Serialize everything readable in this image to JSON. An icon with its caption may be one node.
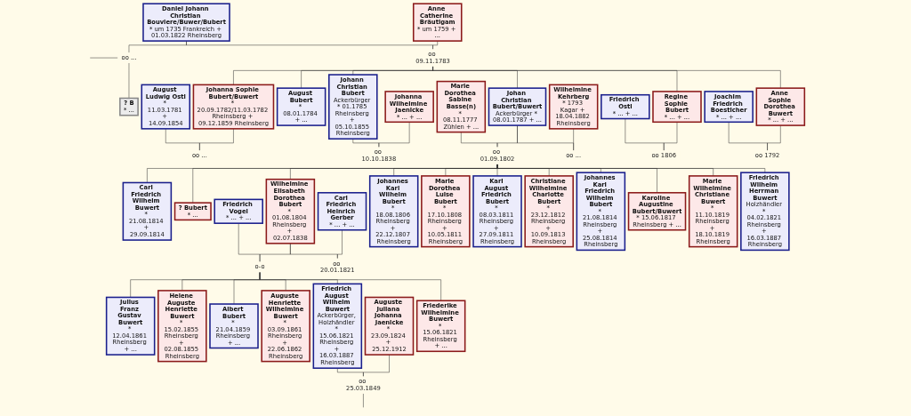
{
  "diagram": {
    "nodes": [
      {
        "text": [
          "Daniel Johann Christian Bouviere/Buwer/Bubert",
          "* um 1735 Frankreich + 01.03.1822 Rheinsberg"
        ]
      },
      {
        "text": [
          "Anne Catherine Bräutigam",
          "* um 1759 + ..."
        ]
      },
      {
        "text": [
          "? B",
          "* ..."
        ]
      },
      {
        "text": [
          "August Ludwig Ostl",
          "* 11.03.1781 + 14.09.1854"
        ]
      },
      {
        "text": [
          "Johanna Sophie Bubert/Buwert",
          "* 20.09.1782/11.03.1782 Rheinsberg + 09.12.1859 Rheinsberg"
        ]
      },
      {
        "text": [
          "August Bubert",
          "* 08.01.1784 + ..."
        ]
      },
      {
        "text": [
          "Johann Christian Bubert",
          "Ackerbürger * 01.1785 Rheinsberg + 05.10.1855 Rheinsberg"
        ]
      },
      {
        "text": [
          "Johanna Wilhelmine Jaenicke",
          "* ... + ..."
        ]
      },
      {
        "text": [
          "Marie Dorothea Sabine Basse(n)",
          "* 08.11.1777 Zühlen + ..."
        ]
      },
      {
        "text": [
          "Johan Christian Bubert/Buwert",
          "Ackerbürger * 08.01.1787 + ..."
        ]
      },
      {
        "text": [
          "Wilhelmine Kehrberg",
          "* 1793 Kagar + 18.04.1882 Rheinsberg"
        ]
      },
      {
        "text": [
          "Friedrich Ostl",
          "* ... + ..."
        ]
      },
      {
        "text": [
          "Regine Sophie Bubert",
          "* ... + ..."
        ]
      },
      {
        "text": [
          "Joachim Friedrich Boesticher",
          "* ... + ..."
        ]
      },
      {
        "text": [
          "Anne Sophie Dorothea Buwert",
          "* ... + ..."
        ]
      },
      {
        "text": [
          "Carl Friedrich Wilhelm Buwert",
          "* 21.08.1814 + 29.09.1814"
        ]
      },
      {
        "text": [
          "? Bubert",
          "* ..."
        ]
      },
      {
        "text": [
          "Friedrich Vogel",
          "* ... + ..."
        ]
      },
      {
        "text": [
          "Wilhelmine Elisabeth Dorothea Bubert",
          "* 01.08.1804 Rheinsberg + 02.07.1838"
        ]
      },
      {
        "text": [
          "Carl Friedrich Heinrich Gerber",
          "* ... + ..."
        ]
      },
      {
        "text": [
          "Johannes Karl Wilhelm Bubert",
          "* 18.08.1806 Rheinsberg + 22.12.1807 Rheinsberg"
        ]
      },
      {
        "text": [
          "Marie Dorothea Luise Bubert",
          "* 17.10.1808 Rheinsberg + 10.05.1811 Rheinsberg"
        ]
      },
      {
        "text": [
          "Karl August Friedrich Bubert",
          "* 08.03.1811 Rheinsberg + 27.09.1811 Rheinsberg"
        ]
      },
      {
        "text": [
          "Christiane Wilhelmine Charlotte Bubert",
          "* 23.12.1812 Rheinsberg + 10.09.1813 Rheinsberg"
        ]
      },
      {
        "text": [
          "Johannes Karl Friedrich Wilhelm Bubert",
          "* 21.08.1814 Rheinsberg + 25.08.1814 Rheinsberg"
        ]
      },
      {
        "text": [
          "Karoline Augustine Bubert/Buwert",
          "* 15.06.1817 Rheinsberg + ..."
        ]
      },
      {
        "text": [
          "Marie Wilhelmine Christiane Buwert",
          "* 11.10.1819 Rheinsberg + 18.10.1819 Rheinsberg"
        ]
      },
      {
        "text": [
          "Friedrich Wilhelm Herrman Buwert",
          "Holzhändler * 04.02.1821 Rheinsberg + 16.03.1887 Rheinsberg"
        ]
      },
      {
        "text": [
          "Julius Franz Gustav Buwert",
          "* 12.04.1861 Rheinsberg + ..."
        ]
      },
      {
        "text": [
          "Helene Auguste Henriette Buwert",
          "* 15.02.1855 Rheinsberg + 02.08.1855 Rheinsberg"
        ]
      },
      {
        "text": [
          "Albert Bubert",
          "* 21.04.1859 Rheinsberg + ..."
        ]
      },
      {
        "text": [
          "Auguste Henriette Wilhelmine Buwert",
          "* 03.09.1861 Rheinsberg + 22.06.1862 Rheinsberg"
        ]
      },
      {
        "text": [
          "Friedrich August Wilhelm Buwert",
          "Ackerbürger, Holzhändler * 15.06.1821 Rheinsberg + 16.03.1887 Rheinsberg"
        ]
      },
      {
        "text": [
          "Auguste Juliana Johanna Jaenicke",
          "* 23.09.1824 + 25.12.1912"
        ]
      },
      {
        "text": [
          "Friederike Wilhelmine Buwert",
          "* 15.06.1821 Rheinsberg + ..."
        ]
      },
      {
        "text": [
          "oo ..."
        ]
      },
      {
        "text": [
          "oo 09.11.1783"
        ]
      },
      {
        "text": [
          "oo ..."
        ]
      },
      {
        "text": [
          "oo 10.10.1838"
        ]
      },
      {
        "text": [
          "oo 01.09.1802"
        ]
      },
      {
        "text": [
          "oo ..."
        ]
      },
      {
        "text": [
          "oo 1806"
        ]
      },
      {
        "text": [
          "oo 1792"
        ]
      },
      {
        "text": [
          "o-o"
        ]
      },
      {
        "text": [
          "oo 20.01.1821"
        ]
      },
      {
        "text": [
          "oo 25.03.1849"
        ]
      }
    ],
    "edges": [
      {
        "from": null,
        "to": 35,
        "arrow": "none"
      },
      {
        "from": 0,
        "to": 35,
        "arrow": "none"
      },
      {
        "from": 35,
        "to": 2,
        "arrow": "none"
      },
      {
        "from": 0,
        "to": 36,
        "arrow": "none"
      },
      {
        "from": 1,
        "to": 36,
        "arrow": "none"
      },
      {
        "from": 36,
        "to": 4,
        "arrow": "none"
      },
      {
        "from": 36,
        "to": 5,
        "arrow": "none"
      },
      {
        "from": 36,
        "to": 6,
        "arrow": "none"
      },
      {
        "from": 36,
        "to": 9,
        "arrow": "none"
      },
      {
        "from": 36,
        "to": 12,
        "arrow": "none"
      },
      {
        "from": 36,
        "to": 14,
        "arrow": "none"
      },
      {
        "from": 3,
        "to": 37,
        "arrow": "none"
      },
      {
        "from": 4,
        "to": 37,
        "arrow": "none"
      },
      {
        "from": 6,
        "to": 38,
        "arrow": "none"
      },
      {
        "from": 7,
        "to": 38,
        "arrow": "none"
      },
      {
        "from": 8,
        "to": 39,
        "arrow": "none"
      },
      {
        "from": 9,
        "to": 39,
        "arrow": "none"
      },
      {
        "from": 39,
        "to": 15,
        "arrow": "none"
      },
      {
        "from": 39,
        "to": 16,
        "arrow": "none"
      },
      {
        "from": 39,
        "to": 18,
        "arrow": "none"
      },
      {
        "from": 39,
        "to": 20,
        "arrow": "none"
      },
      {
        "from": 39,
        "to": 21,
        "arrow": "none"
      },
      {
        "from": 39,
        "to": 22,
        "arrow": "none"
      },
      {
        "from": 39,
        "to": 23,
        "arrow": "none"
      },
      {
        "from": 39,
        "to": 24,
        "arrow": "none"
      },
      {
        "from": 39,
        "to": 25,
        "arrow": "none"
      },
      {
        "from": 39,
        "to": 26,
        "arrow": "none"
      },
      {
        "from": 39,
        "to": 27,
        "arrow": "none"
      },
      {
        "from": 9,
        "to": 40,
        "arrow": "none"
      },
      {
        "from": 10,
        "to": 40,
        "arrow": "none"
      },
      {
        "from": 11,
        "to": 41,
        "arrow": "none"
      },
      {
        "from": 12,
        "to": 41,
        "arrow": "none"
      },
      {
        "from": 13,
        "to": 42,
        "arrow": "none"
      },
      {
        "from": 14,
        "to": 42,
        "arrow": "none"
      },
      {
        "from": 17,
        "to": 43,
        "arrow": "none"
      },
      {
        "from": 18,
        "to": 43,
        "arrow": "none"
      },
      {
        "from": 43,
        "to": 28,
        "arrow": "none"
      },
      {
        "from": 43,
        "to": 29,
        "arrow": "none"
      },
      {
        "from": 43,
        "to": 30,
        "arrow": "none"
      },
      {
        "from": 43,
        "to": 31,
        "arrow": "none"
      },
      {
        "from": 43,
        "to": 32,
        "arrow": "none"
      },
      {
        "from": 43,
        "to": 34,
        "arrow": "none"
      },
      {
        "from": 18,
        "to": 44,
        "arrow": "none"
      },
      {
        "from": 19,
        "to": 44,
        "arrow": "none"
      },
      {
        "from": 32,
        "to": 45,
        "arrow": "none"
      },
      {
        "from": 33,
        "to": 45,
        "arrow": "none"
      },
      {
        "from": 45,
        "to": null,
        "arrow": "none"
      }
    ]
  }
}
